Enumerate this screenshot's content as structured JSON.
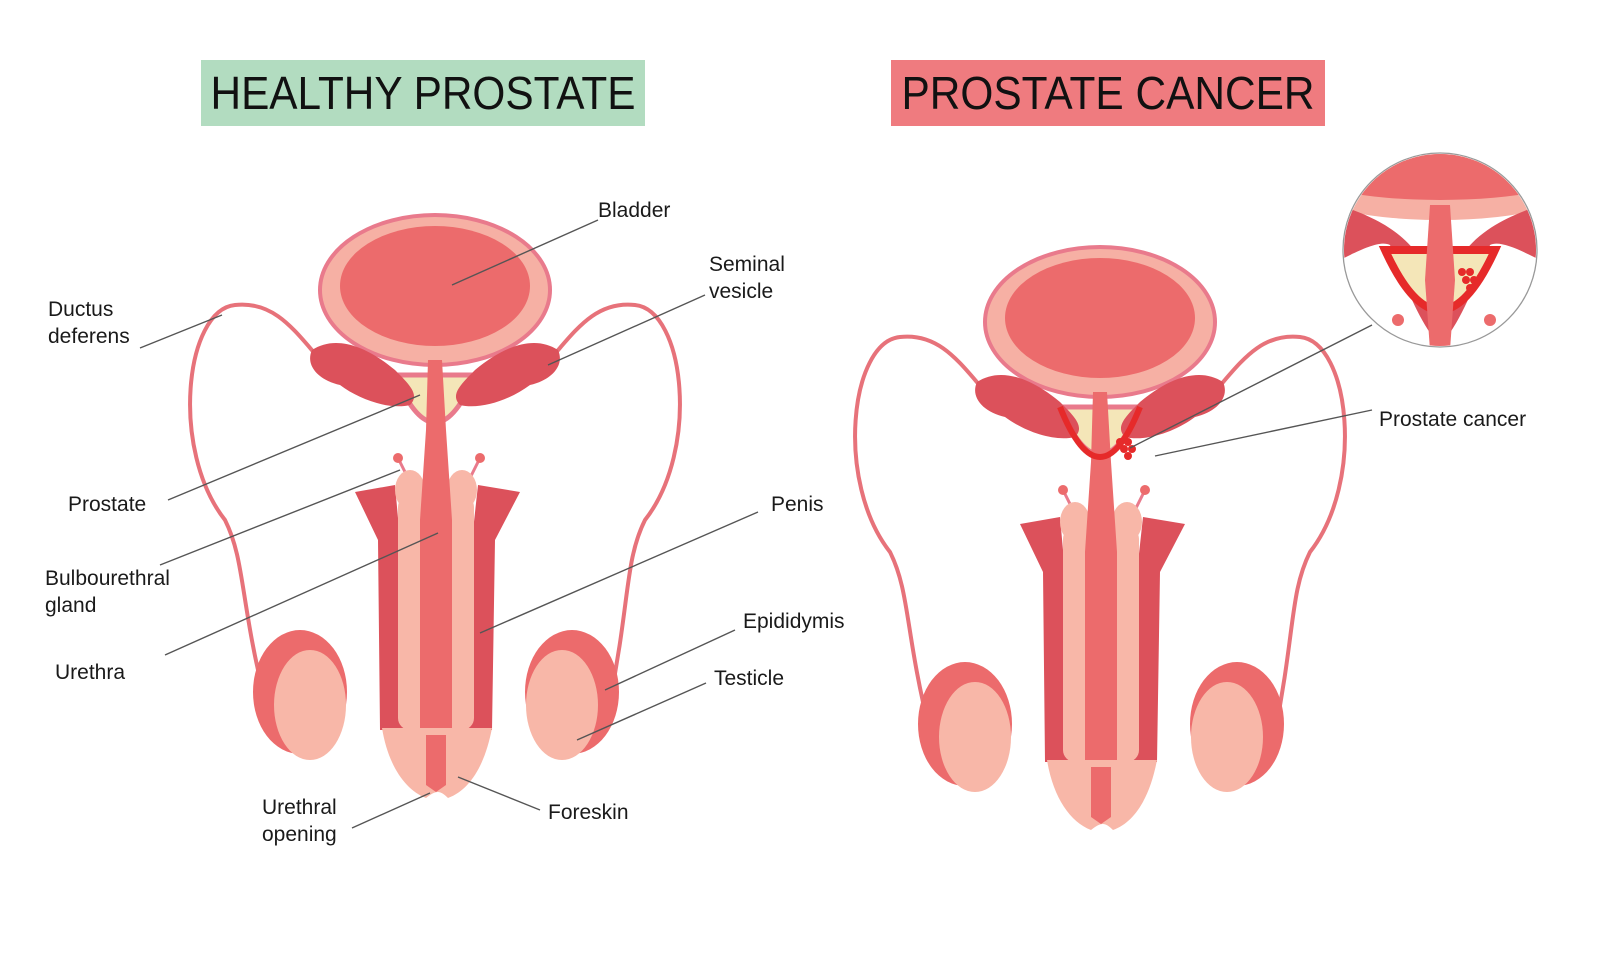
{
  "titles": {
    "healthy": "HEALTHY PROSTATE",
    "cancer": "PROSTATE CANCER"
  },
  "labels": {
    "bladder": "Bladder",
    "seminal_vesicle": [
      "Seminal",
      "vesicle"
    ],
    "ductus_deferens": [
      "Ductus",
      "deferens"
    ],
    "prostate": "Prostate",
    "bulbourethral_gland": [
      "Bulbourethral",
      "gland"
    ],
    "urethra": "Urethra",
    "penis": "Penis",
    "epididymis": "Epididymis",
    "testicle": "Testicle",
    "urethral_opening": [
      "Urethral",
      "opening"
    ],
    "foreskin": "Foreskin",
    "prostate_cancer": "Prostate cancer"
  },
  "colors": {
    "healthy_banner": "#b2dcc0",
    "cancer_banner": "#ef7b7f",
    "tissue_main": "#ec6b6c",
    "tissue_dark": "#dc515b",
    "tissue_light": "#f8b7a8",
    "bladder_rim": "#f6b0a4",
    "prostate_fill": "#f4e6b8",
    "tumor_red": "#e62a2a"
  }
}
